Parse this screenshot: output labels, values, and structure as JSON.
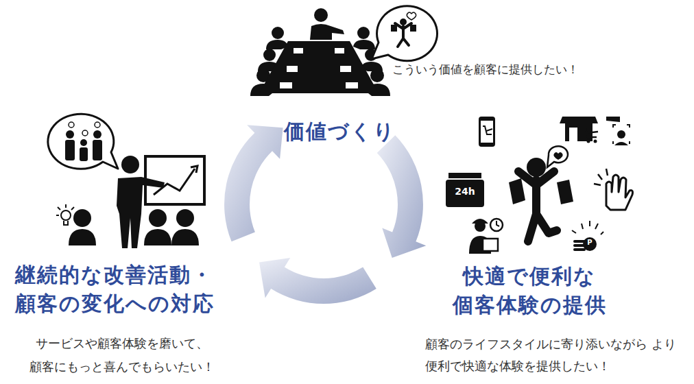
{
  "diagram": {
    "labels": [
      "こういう価値を顧客に提供したい！",
      "価値づくり",
      "継続的な改善活動・ 顧客の変化への対応",
      "サービスや顧客体験を磨いて、 顧客にもっと喜んでもらいたい！",
      "快適で便利な 個客体験の提供",
      "顧客のライフスタイルに寄り添いながら より便利で快適な体験を提供したい！",
      "24h",
      "P"
    ]
  }
}
